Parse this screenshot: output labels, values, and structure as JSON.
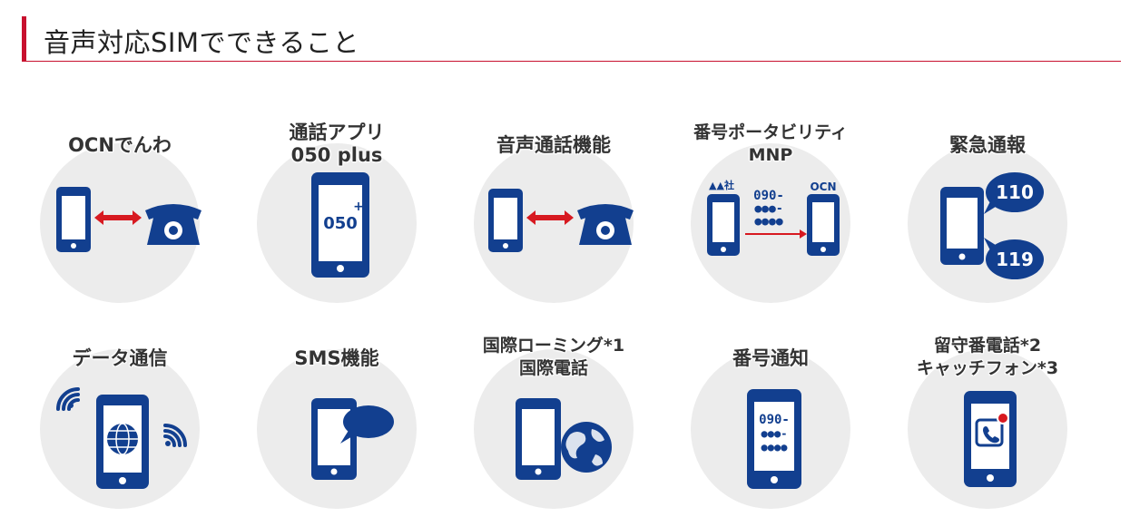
{
  "header": {
    "title": "音声対応SIMでできること"
  },
  "features": [
    {
      "lines": [
        "OCNでんわ"
      ]
    },
    {
      "lines": [
        "通話アプリ",
        "050 plus"
      ]
    },
    {
      "lines": [
        "音声通話機能"
      ]
    },
    {
      "lines": [
        "番号ポータビリティ",
        "MNP"
      ],
      "icon_text": {
        "carrier": "▲▲社",
        "ocn": "OCN",
        "number": "090-"
      }
    },
    {
      "lines": [
        "緊急通報"
      ],
      "icon_text": {
        "police": "110",
        "fire": "119"
      }
    },
    {
      "lines": [
        "データ通信"
      ]
    },
    {
      "lines": [
        "SMS機能"
      ]
    },
    {
      "lines": [
        "国際ローミング*1",
        "国際電話"
      ]
    },
    {
      "lines": [
        "番号通知"
      ],
      "icon_text": {
        "number": "090-"
      }
    },
    {
      "lines": [
        "留守番電話*2",
        "キャッチフォン*3"
      ]
    }
  ],
  "colors": {
    "accent": "#c8102e",
    "icon_blue": "#123f8f",
    "circle": "#ececec"
  }
}
